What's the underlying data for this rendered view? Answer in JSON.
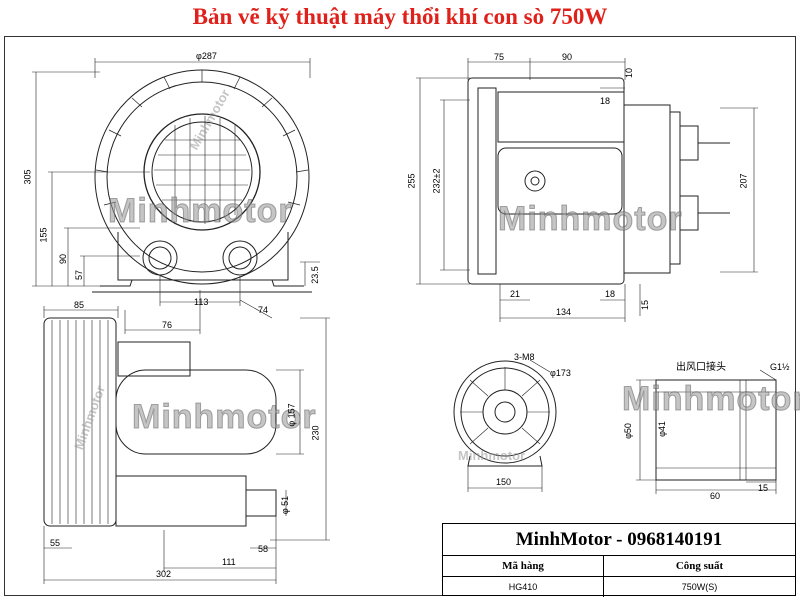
{
  "title": "Bản vẽ kỹ thuật máy thổi khí con sò 750W",
  "watermark": "Minhmotor",
  "dims_front": {
    "d287": "φ287",
    "h305": "305",
    "h155": "155",
    "h90": "90",
    "h57": "57",
    "h23_5": "23.5",
    "w113": "113",
    "w76": "76",
    "w74": "74"
  },
  "dims_right": {
    "w75": "75",
    "w90": "90",
    "h10": "10",
    "w18a": "18",
    "h255": "255",
    "h232": "232±2",
    "h207": "207",
    "w21": "21",
    "w18b": "18",
    "w134": "134",
    "h15": "15"
  },
  "dims_side": {
    "w85": "85",
    "d157": "φ 157",
    "h230": "230",
    "d51": "φ 51",
    "w55": "55",
    "w58": "58",
    "w111": "111",
    "w302": "302"
  },
  "dims_flange": {
    "m8": "3-M8",
    "d173": "φ173",
    "w150": "150"
  },
  "dims_nozzle": {
    "label": "出风口接头",
    "thread": "G1½",
    "d50": "φ50",
    "d41": "φ41",
    "w60": "60",
    "w15": "15"
  },
  "info": {
    "company": "MinhMotor  -  0968140191",
    "col1_header": "Mã hàng",
    "col2_header": "Công suất",
    "model": "HG410",
    "power": "750W(S)"
  }
}
